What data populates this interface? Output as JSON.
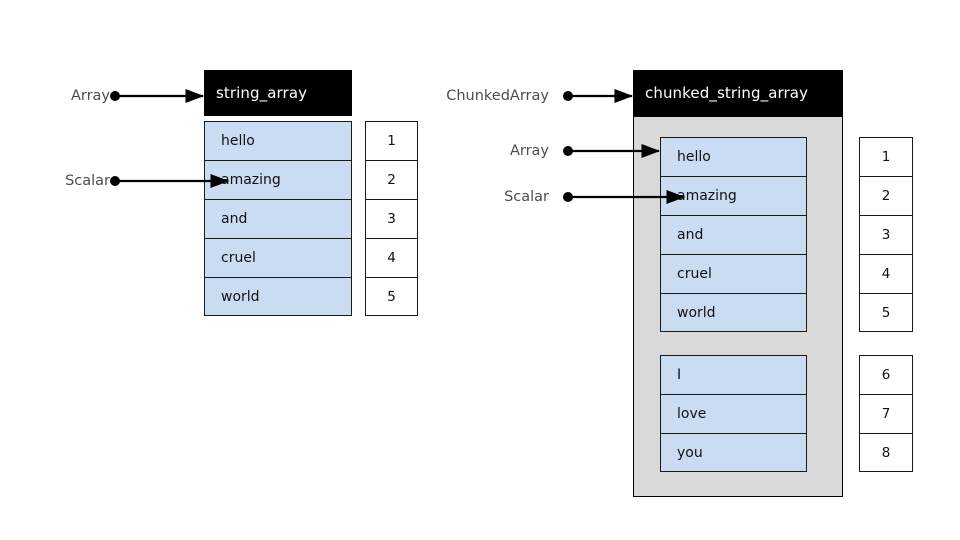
{
  "diagram": {
    "title_colors": {
      "header_bg": "#000000",
      "header_text": "#ffffff",
      "cell_fill": "#cadcf2",
      "container_fill": "#d9d9d9",
      "index_fill": "#ffffff",
      "label_text": "#4d4d4d",
      "stroke": "#000000"
    },
    "left_group": {
      "header_label": "string_array",
      "connectors": [
        {
          "label": "Array",
          "target": "string_array header"
        },
        {
          "label": "Scalar",
          "target": "amazing cell"
        }
      ],
      "values": [
        "hello",
        "amazing",
        "and",
        "cruel",
        "world"
      ],
      "indexes": [
        "1",
        "2",
        "3",
        "4",
        "5"
      ]
    },
    "right_group": {
      "header_label": "chunked_string_array",
      "connectors": [
        {
          "label": "ChunkedArray",
          "target": "chunked_string_array header"
        },
        {
          "label": "Array",
          "target": "first chunk"
        },
        {
          "label": "Scalar",
          "target": "amazing cell"
        }
      ],
      "chunks": [
        {
          "values": [
            "hello",
            "amazing",
            "and",
            "cruel",
            "world"
          ],
          "indexes": [
            "1",
            "2",
            "3",
            "4",
            "5"
          ]
        },
        {
          "values": [
            "I",
            "love",
            "you"
          ],
          "indexes": [
            "6",
            "7",
            "8"
          ]
        }
      ]
    }
  }
}
